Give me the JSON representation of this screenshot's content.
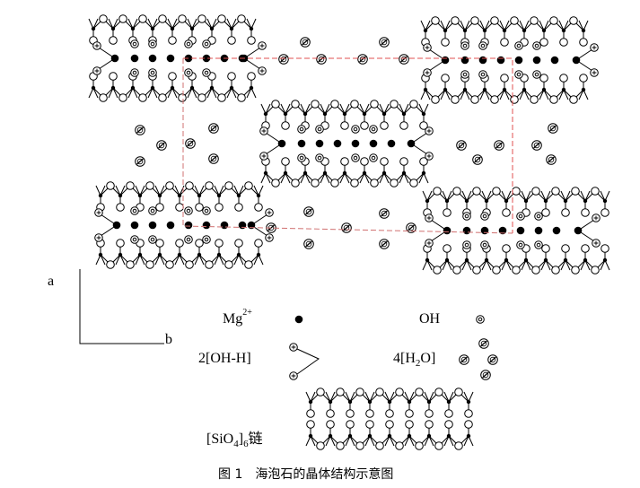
{
  "axes": {
    "a": "a",
    "b": "b"
  },
  "legend": {
    "mg": {
      "base": "Mg",
      "sup": "2+"
    },
    "oh": "OH",
    "ohh": "2[OH-H]",
    "h2o": {
      "pre": "4[H",
      "sub": "2",
      "post": "O]"
    },
    "sio4": {
      "pre": "[SiO",
      "sub1": "4",
      "mid": "]",
      "sub2": "6",
      "post": "链"
    }
  },
  "caption": "图 1　海泡石的晶体结构示意图",
  "colors": {
    "ink": "#000000",
    "unit_cell": "#e05050",
    "unit_cell_bottom": "#d07070",
    "background": "#ffffff"
  },
  "icons": {
    "mg": "filled-black-dot",
    "oh": "concentric-circle",
    "oh_h": "circle-with-plus",
    "h2o": "slashed-circle",
    "o": "open-circle",
    "si": "small-black-dot"
  }
}
